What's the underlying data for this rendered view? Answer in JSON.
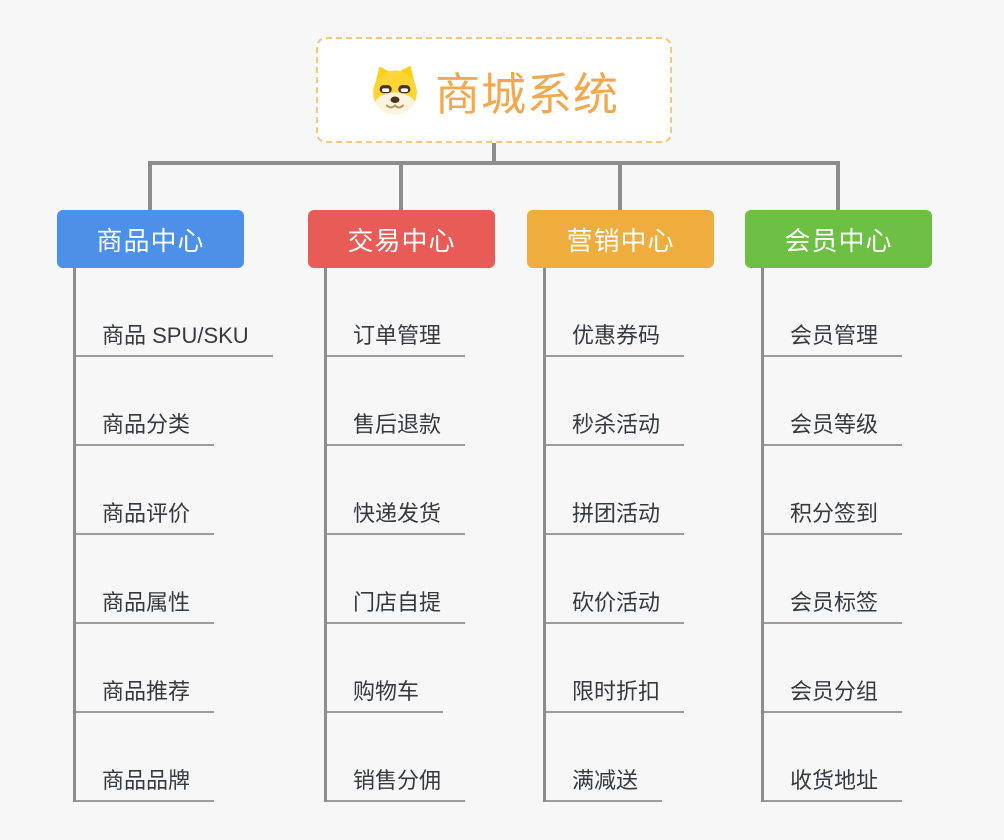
{
  "root": {
    "title": "商城系统",
    "icon": "dog-icon"
  },
  "branches": [
    {
      "id": "product-center",
      "label": "商品中心",
      "color": "#4c90e8",
      "children": [
        "商品 SPU/SKU",
        "商品分类",
        "商品评价",
        "商品属性",
        "商品推荐",
        "商品品牌"
      ]
    },
    {
      "id": "trade-center",
      "label": "交易中心",
      "color": "#e85b56",
      "children": [
        "订单管理",
        "售后退款",
        "快递发货",
        "门店自提",
        "购物车",
        "销售分佣"
      ]
    },
    {
      "id": "marketing-center",
      "label": "营销中心",
      "color": "#efad3d",
      "children": [
        "优惠券码",
        "秒杀活动",
        "拼团活动",
        "砍价活动",
        "限时折扣",
        "满减送"
      ]
    },
    {
      "id": "member-center",
      "label": "会员中心",
      "color": "#6ec044",
      "children": [
        "会员管理",
        "会员等级",
        "积分签到",
        "会员标签",
        "会员分组",
        "收货地址"
      ]
    }
  ],
  "theme": {
    "bg": "#f7f7f7",
    "panel": "#ffffff",
    "line": "#8d8d8d",
    "underline": "#9c9c9c",
    "root_accent": "#f3a84e",
    "root_border": "#f6c77c",
    "text": "#343a40"
  }
}
